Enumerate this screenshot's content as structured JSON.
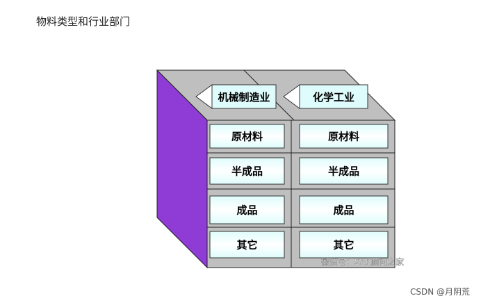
{
  "title": "物料类型和行业部门",
  "industries": [
    {
      "label": "机械制造业",
      "materials": [
        "原材料",
        "半成品",
        "成品",
        "其它"
      ]
    },
    {
      "label": "化学工业",
      "materials": [
        "原材料",
        "半成品",
        "成品",
        "其它"
      ]
    }
  ],
  "colors": {
    "side_face": "#8F3BD6",
    "top_face": "#BFBFBF",
    "front_face": "#BFBFBF",
    "cell_gradient_edge": "#DFFCFC",
    "cell_gradient_center": "#FFFFFF"
  },
  "watermark": "微信号：SAP顾问之家",
  "credit": "CSDN @月阴荒"
}
